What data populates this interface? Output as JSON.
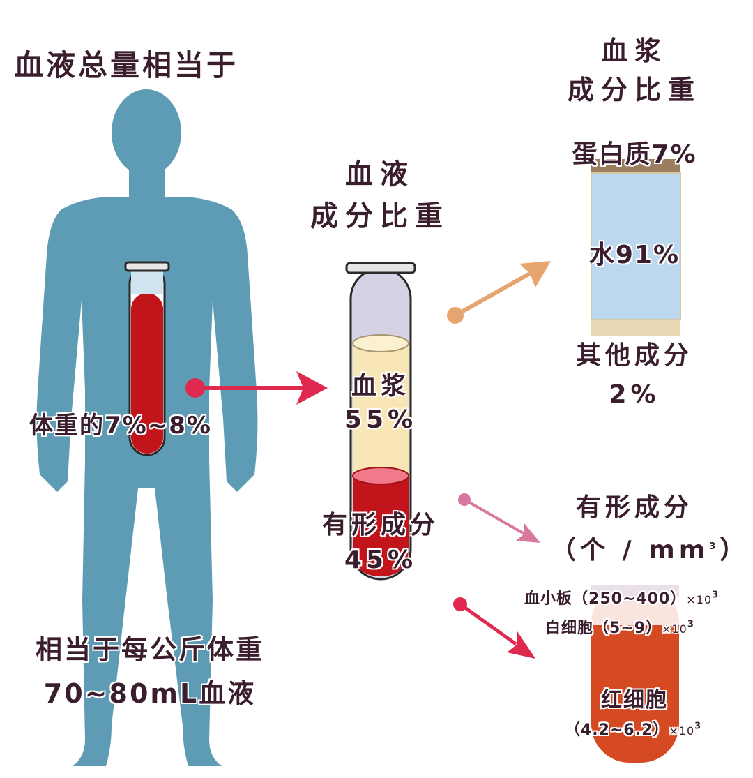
{
  "title": "血液总量相当于",
  "body_label": "体重的7%~8%",
  "bottom_note": {
    "line1": "相当于每公斤体重",
    "line2": "70~80mL血液"
  },
  "blood": {
    "heading_line1": "血液",
    "heading_line2": "成分比重",
    "plasma_label": "血浆",
    "plasma_value": "55%",
    "formed_label": "有形成分",
    "formed_value": "45%",
    "plasma_fraction": 0.55,
    "formed_fraction": 0.45
  },
  "plasma": {
    "heading_line1": "血浆",
    "heading_line2": "成分比重",
    "protein": "蛋白质7%",
    "water": "水91%",
    "other_line1": "其他成分",
    "other_line2": "2%",
    "protein_fraction": 0.07,
    "water_fraction": 0.91,
    "other_fraction": 0.02
  },
  "formed": {
    "heading": "有形成分",
    "unit_open": "（个 / mm",
    "unit_exp": "3",
    "unit_close": "）",
    "platelet_name": "血小板",
    "platelet_range": "（250~400）",
    "platelet_mult": "×10",
    "platelet_exp": "3",
    "wbc_name": "白细胞",
    "wbc_range": "（5~9）",
    "wbc_mult": "×10",
    "wbc_exp": "3",
    "rbc_name": "红细胞",
    "rbc_range": "（4.2~6.2）",
    "rbc_mult": "×10",
    "rbc_exp": "3"
  },
  "colors": {
    "body": "#5e9cb5",
    "blood_red": "#c2141b",
    "plasma_yellow": "#f8e6b6",
    "water_blue": "#bcd8ef",
    "protein_brown": "#9b7e60",
    "arrow_red": "#e0294f",
    "arrow_orange": "#e6a46f",
    "arrow_pink": "#d8789e",
    "rbc_orange": "#d54a22"
  }
}
